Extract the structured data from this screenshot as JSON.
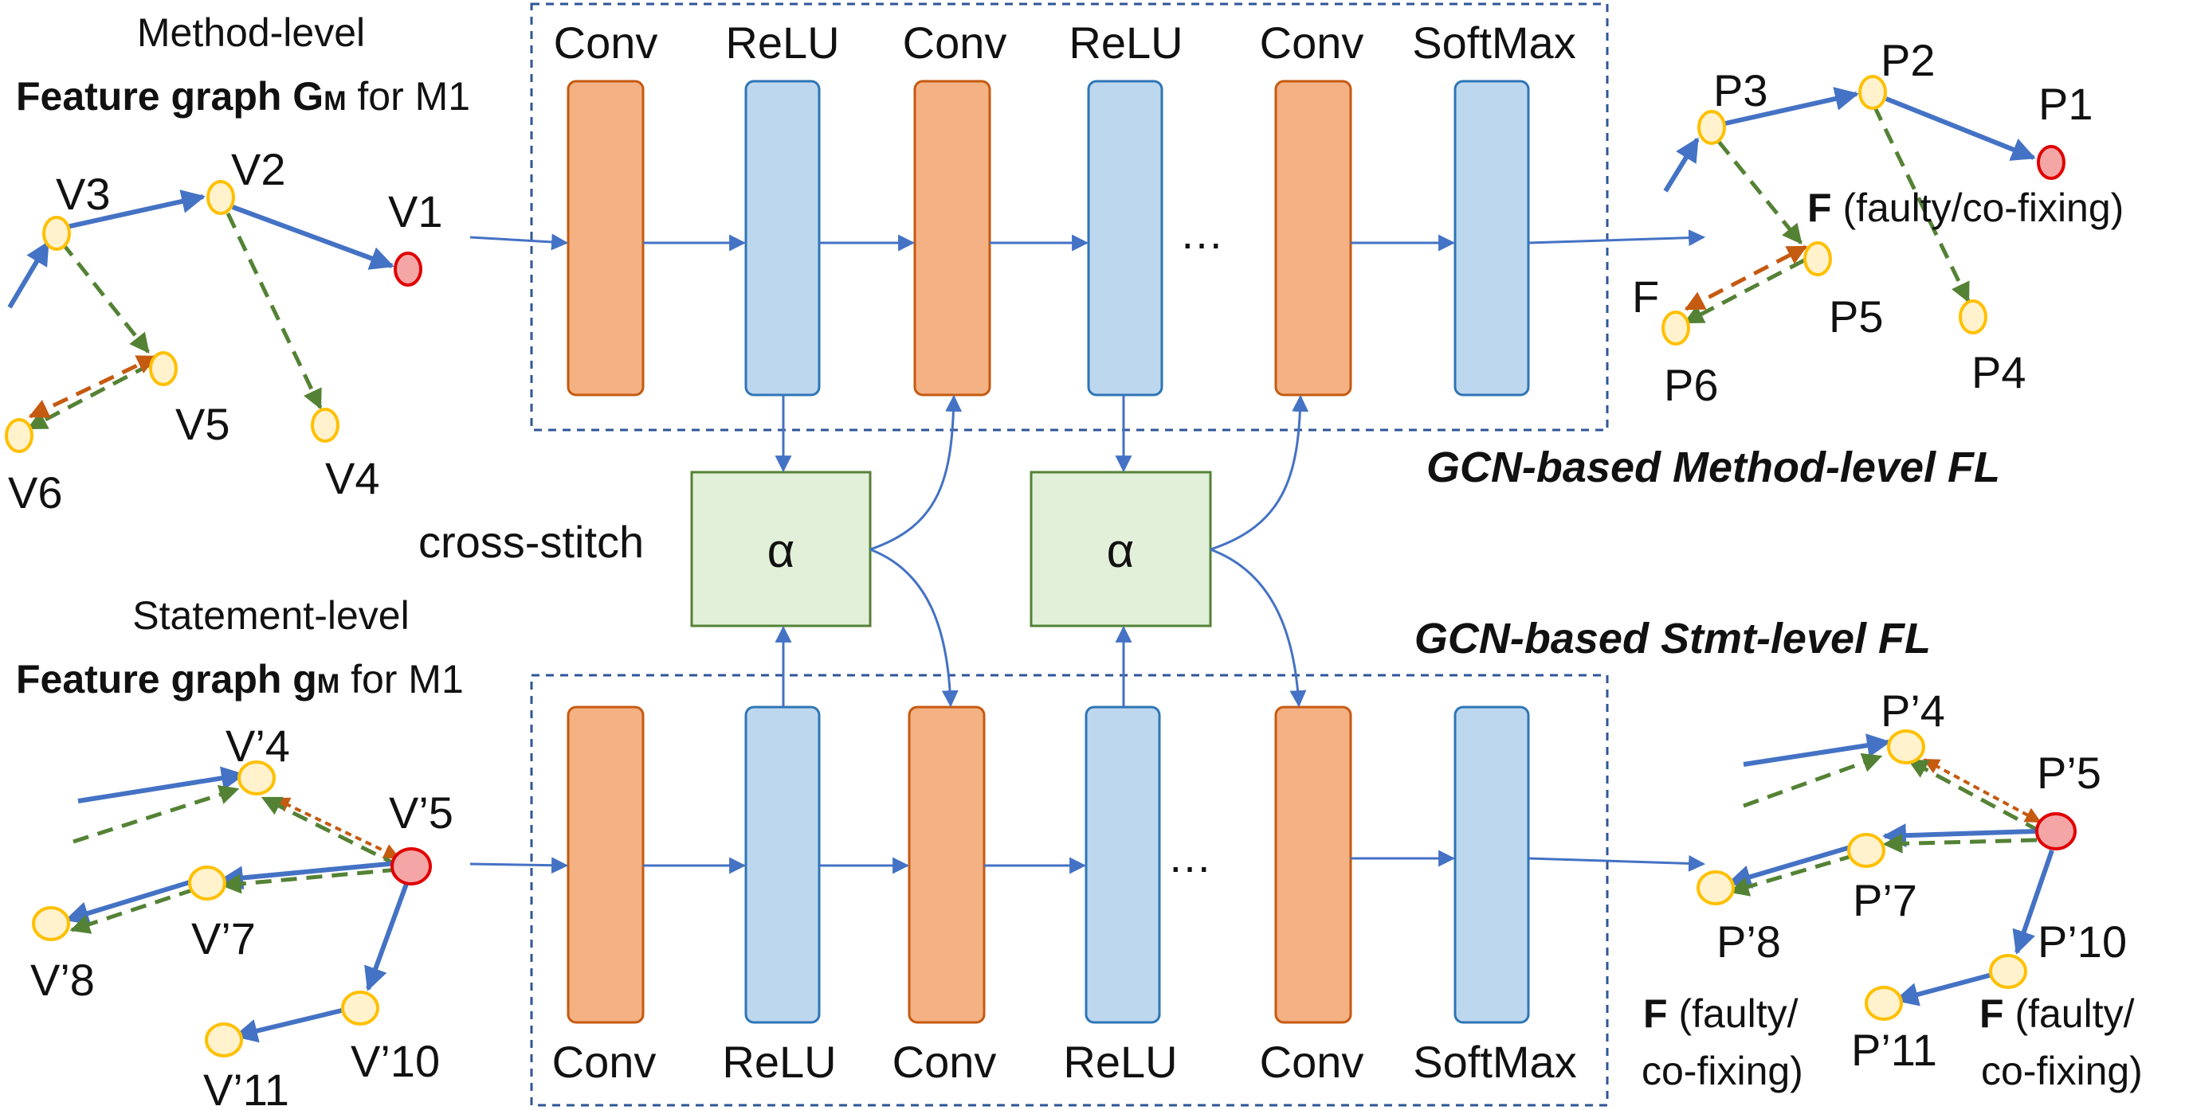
{
  "method_graph": {
    "level": "Method-level",
    "title_main": "Feature graph G",
    "title_sub": "M",
    "title_tail": " for M1",
    "nodes": {
      "v1": "V1",
      "v2": "V2",
      "v3": "V3",
      "v4": "V4",
      "v5": "V5",
      "v6": "V6"
    }
  },
  "stmt_graph": {
    "level": "Statement-level",
    "title_main": "Feature graph g",
    "title_sub": "M",
    "title_tail": " for M1",
    "nodes": {
      "v4": "V’4",
      "v5": "V’5",
      "v7": "V’7",
      "v8": "V’8",
      "v10": "V’10",
      "v11": "V’11"
    }
  },
  "top_network": {
    "layers": [
      "Conv",
      "ReLU",
      "Conv",
      "ReLU",
      "Conv",
      "SoftMax"
    ],
    "ellipsis": "…",
    "caption": "GCN-based Method-level FL"
  },
  "bottom_network": {
    "layers": [
      "Conv",
      "ReLU",
      "Conv",
      "ReLU",
      "Conv",
      "SoftMax"
    ],
    "ellipsis": "…",
    "caption": "GCN-based Stmt-level FL"
  },
  "cross_stitch": {
    "label": "cross-stitch",
    "symbol": "α"
  },
  "method_output": {
    "nodes": {
      "p1": "P1",
      "p2": "P2",
      "p3": "P3",
      "p4": "P4",
      "p5": "P5",
      "p6": "P6"
    },
    "f_letter": "F",
    "f_note": " (faulty/co-fixing)",
    "f_small": "F"
  },
  "stmt_output": {
    "nodes": {
      "p4": "P’4",
      "p5": "P’5",
      "p7": "P’7",
      "p8": "P’8",
      "p10": "P’10",
      "p11": "P’11"
    },
    "f_letter": "F",
    "f_line1": " (faulty/",
    "f_line2": "co-fixing)"
  },
  "colors": {
    "conv": "#f4b183",
    "conv_stroke": "#c55a11",
    "relu": "#bdd7ee",
    "relu_stroke": "#2e75b6",
    "stitch": "#e2f0d9",
    "stitch_stroke": "#548235",
    "node_yellow": "#fff2cc",
    "node_yellow_stroke": "#ffc000",
    "node_red": "#f4a6a6",
    "node_red_stroke": "#e00000",
    "edge_blue": "#4472c4",
    "edge_green": "#548235",
    "edge_orange": "#c55a11",
    "box_dash": "#2f5597"
  }
}
